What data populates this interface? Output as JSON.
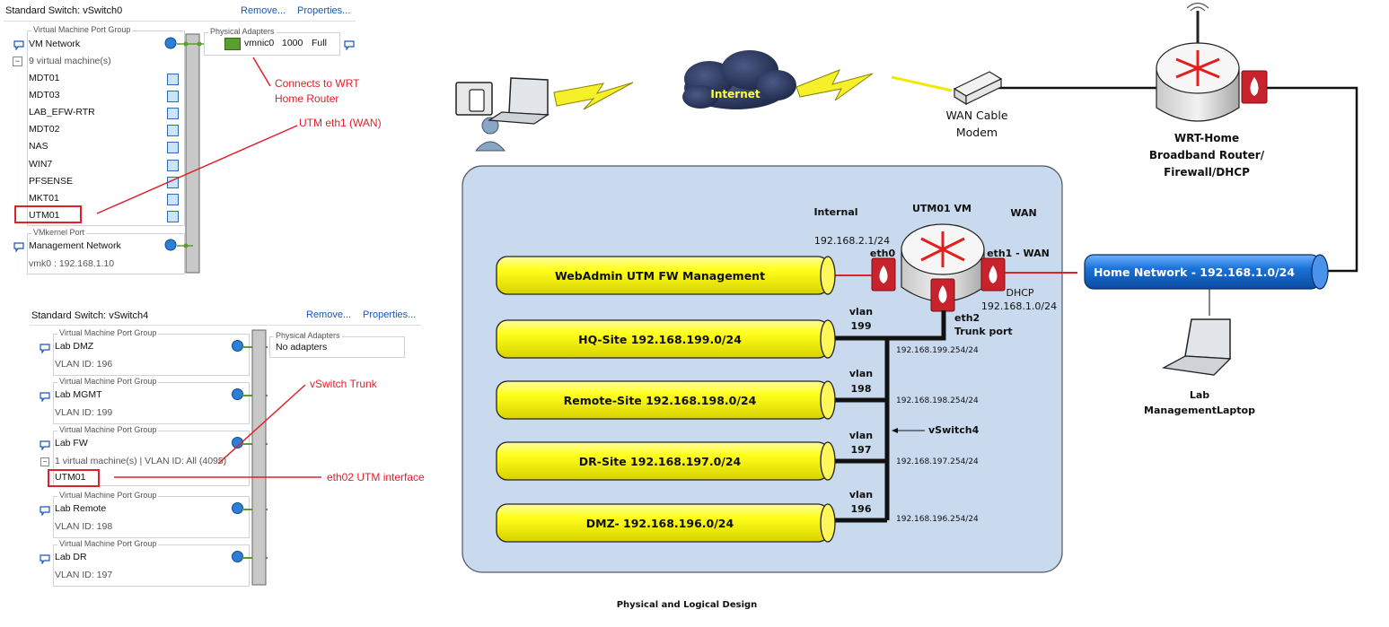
{
  "vswitch0": {
    "title": "Standard Switch: vSwitch0",
    "remove_label": "Remove...",
    "properties_label": "Properties...",
    "vm_group_title": "Virtual Machine Port Group",
    "vm_network": "VM Network",
    "vm_count": "9 virtual machine(s)",
    "vms": [
      "MDT01",
      "MDT03",
      "LAB_EFW-RTR",
      "MDT02",
      "NAS",
      "WIN7",
      "PFSENSE",
      "MKT01",
      "UTM01"
    ],
    "physical_title": "Physical Adapters",
    "adapter_name": "vmnic0",
    "adapter_speed": "1000",
    "adapter_duplex": "Full",
    "vmk_title": "VMkernel Port",
    "mgmt_network": "Management Network",
    "vmk_ip": "vmk0 : 192.168.1.10"
  },
  "vswitch4": {
    "title": "Standard Switch: vSwitch4",
    "remove_label": "Remove...",
    "properties_label": "Properties...",
    "physical_title": "Physical Adapters",
    "no_adapters": "No adapters",
    "groups": [
      {
        "title": "Virtual Machine Port Group",
        "name": "Lab DMZ",
        "sub": "VLAN ID: 196"
      },
      {
        "title": "Virtual Machine Port Group",
        "name": "Lab MGMT",
        "sub": "VLAN ID: 199"
      },
      {
        "title": "Virtual Machine Port Group",
        "name": "Lab FW",
        "sub": "1 virtual machine(s) | VLAN ID: All (4095)",
        "vm": "UTM01"
      },
      {
        "title": "Virtual Machine Port Group",
        "name": "Lab Remote",
        "sub": "VLAN ID: 198"
      },
      {
        "title": "Virtual Machine Port Group",
        "name": "Lab DR",
        "sub": "VLAN ID: 197"
      }
    ]
  },
  "annotations": {
    "wrt_line1": "Connects to WRT",
    "wrt_line2": "Home Router",
    "utm_eth1": "UTM eth1 (WAN)",
    "vswitch_trunk": "vSwitch Trunk",
    "eth02": "eth02 UTM interface"
  },
  "diagram": {
    "internet": "Internet",
    "wan_modem_1": "WAN Cable",
    "wan_modem_2": "Modem",
    "router_1": "WRT-Home",
    "router_2": "Broadband Router/",
    "router_3": "Firewall/DHCP",
    "laptop_1": "Lab",
    "laptop_2": "ManagementLaptop",
    "internal": "Internal",
    "utm_vm": "UTM01 VM",
    "wan": "WAN",
    "internal_ip": "192.168.2.1/24",
    "eth0": "eth0",
    "eth1": "eth1 - WAN",
    "dhcp": "DHCP",
    "dhcp_ip": "192.168.1.0/24",
    "eth2": "eth2",
    "trunk_port": "Trunk port",
    "vswitch4": "vSwitch4",
    "home_network": "Home Network - 192.168.1.0/24",
    "pipes": [
      "WebAdmin UTM FW Management",
      "HQ-Site 192.168.199.0/24",
      "Remote-Site 192.168.198.0/24",
      "DR-Site 192.168.197.0/24",
      "DMZ- 192.168.196.0/24"
    ],
    "vlans": [
      {
        "word": "vlan",
        "id": "199",
        "gw": "192.168.199.254/24"
      },
      {
        "word": "vlan",
        "id": "198",
        "gw": "192.168.198.254/24"
      },
      {
        "word": "vlan",
        "id": "197",
        "gw": "192.168.197.254/24"
      },
      {
        "word": "vlan",
        "id": "196",
        "gw": "192.168.196.254/24"
      }
    ],
    "caption": "Physical and Logical Design"
  },
  "colors": {
    "pipe_yellow": "#ffff1a",
    "home_blue": "#1a73d9",
    "lan_box": "#c9d9ee",
    "annotation_red": "#e0202a",
    "link_blue": "#1a56b8",
    "firewall_red": "#c8232c"
  }
}
